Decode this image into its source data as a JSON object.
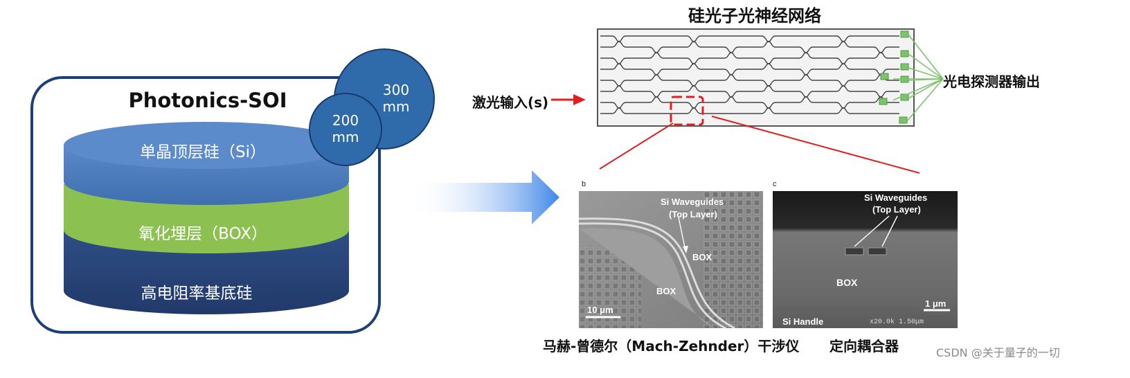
{
  "soi": {
    "title": "Photonics-SOI",
    "layers": {
      "top": "单晶顶层硅（Si）",
      "box": "氧化埋层（BOX）",
      "substrate": "高电阻率基底硅"
    },
    "wafer_300": [
      "300",
      "mm"
    ],
    "wafer_200": [
      "200",
      "mm"
    ]
  },
  "network": {
    "title": "硅光子光神经网络",
    "input_label": "激光输入(s)",
    "output_label": "光电探测器输出"
  },
  "micrographs": {
    "left": {
      "panel_letter": "b",
      "waveguides": [
        "Si Waveguides",
        "(Top Layer)"
      ],
      "box1": "BOX",
      "box2": "BOX",
      "scale": "10 μm",
      "caption": "马赫-曾德尔（Mach-Zehnder）干涉仪"
    },
    "right": {
      "panel_letter": "c",
      "waveguides": [
        "Si Waveguides",
        "(Top Layer)"
      ],
      "box": "BOX",
      "scale": "1 μm",
      "handle": "Si Handle",
      "meta": "x20.0k 1.50μm",
      "caption": "定向耦合器"
    }
  },
  "watermark": "CSDN @关于量子的一切",
  "colors": {
    "frame": "#1c3f7a",
    "top_layer": "#4f7fc0",
    "box_layer": "#8cc152",
    "substrate": "#2c4a7e",
    "wafer": "#2f6bab",
    "arrow_red": "#e02020",
    "detector": "#7dc36b"
  }
}
